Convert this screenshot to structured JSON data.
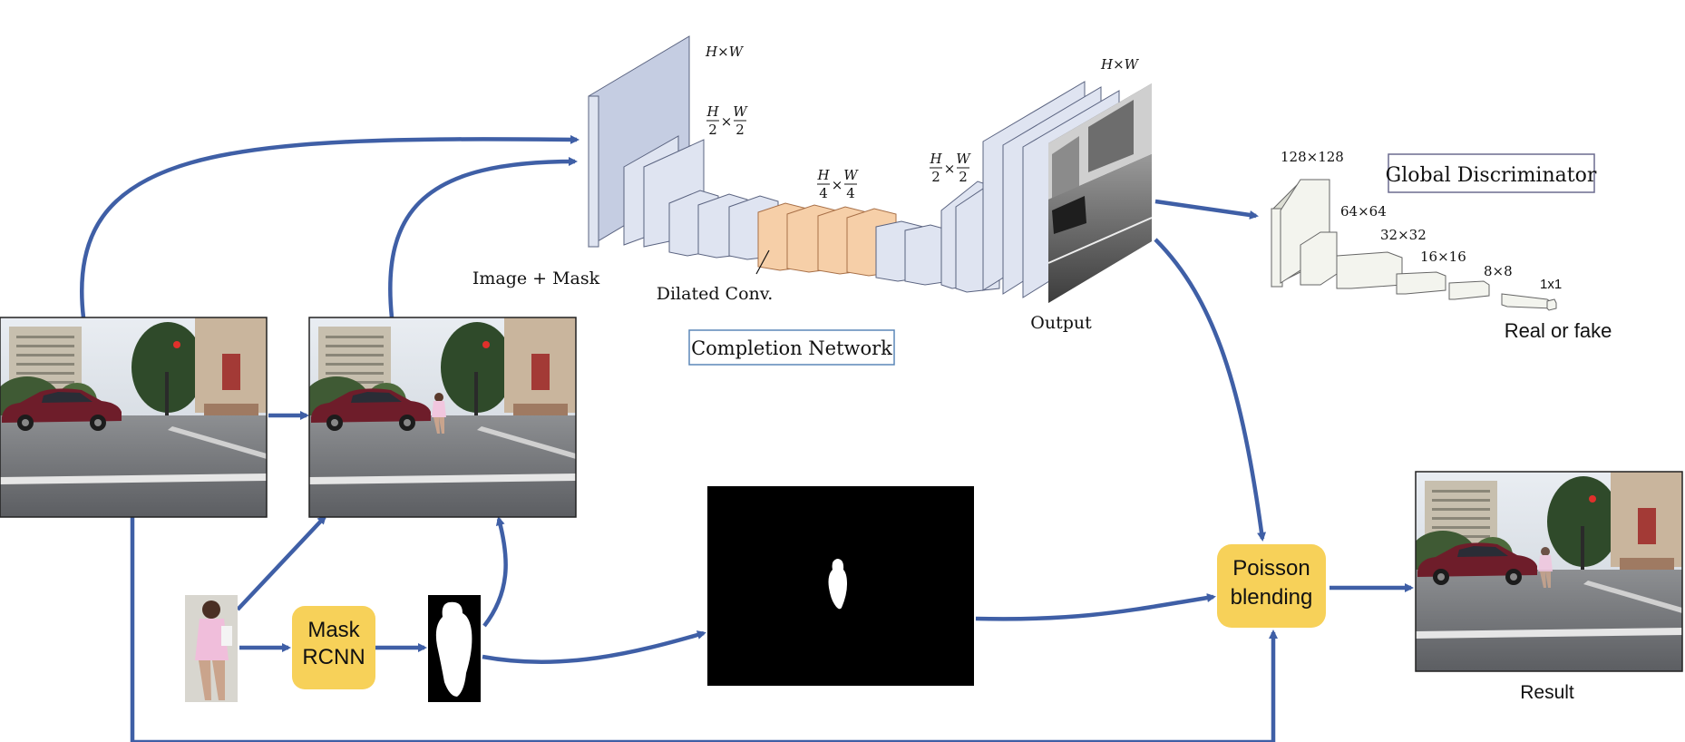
{
  "labels": {
    "image_mask": "Image + Mask",
    "dilated_conv": "Dilated Conv.",
    "completion_network": "Completion Network",
    "output": "Output",
    "global_discriminator": "Global Discriminator",
    "real_or_fake": "Real or fake",
    "result": "Result",
    "mask_rcnn": [
      "Mask",
      "RCNN"
    ],
    "poisson_blending": [
      "Poisson",
      "blending"
    ]
  },
  "dims": {
    "hw_top": "H×W",
    "hw_output": "H×W",
    "d_128": "128×128",
    "d_64": "64×64",
    "d_32": "32×32",
    "d_16": "16×16",
    "d_8": "8×8",
    "d_1": "1x1"
  },
  "fractions": {
    "half": {
      "num_h": "H",
      "num_w": "W",
      "den": "2",
      "times": "×"
    },
    "quarter": {
      "num_h": "H",
      "num_w": "W",
      "den": "4",
      "times": "×"
    }
  },
  "colors": {
    "arrow": "#3f5fa6",
    "encoder_face": "#dfe4f1",
    "encoder_side": "#c5cde2",
    "dilated_face": "#f6cfa8",
    "dilated_side": "#e7b287",
    "disc_face": "#f3f4ee",
    "disc_side": "#dcded4",
    "box_yellow": "#f7d159"
  }
}
